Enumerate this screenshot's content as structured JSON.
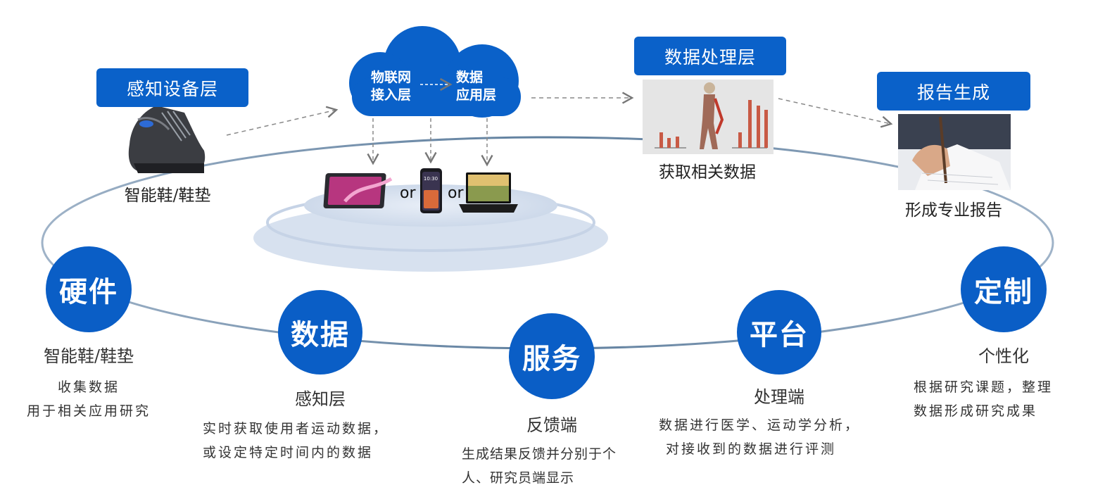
{
  "top": {
    "perception_layer_title": "感知设备层",
    "shoe_caption": "智能鞋/鞋垫",
    "cloud_left_line1": "物联网",
    "cloud_left_line2": "接入层",
    "cloud_right_line1": "数据",
    "cloud_right_line2": "应用层",
    "or_1": "or",
    "or_2": "or",
    "processing_title": "数据处理层",
    "processing_caption": "获取相关数据",
    "report_title": "报告生成",
    "report_caption": "形成专业报告"
  },
  "nodes": [
    {
      "circle": "硬件",
      "subtitle": "智能鞋/鞋垫",
      "desc_line1": "收集数据",
      "desc_line2": "用于相关应用研究"
    },
    {
      "circle": "数据",
      "subtitle": "感知层",
      "desc_line1": "实时获取使用者运动数据，",
      "desc_line2": "或设定特定时间内的数据"
    },
    {
      "circle": "服务",
      "subtitle": "反馈端",
      "desc_line1": "生成结果反馈并分别于个",
      "desc_line2": "人、研究员端显示"
    },
    {
      "circle": "平台",
      "subtitle": "处理端",
      "desc_line1": "数据进行医学、运动学分析，",
      "desc_line2": "对接收到的数据进行评测"
    },
    {
      "circle": "定制",
      "subtitle": "个性化",
      "desc_line1": "根据研究课题，整理",
      "desc_line2": "数据形成研究成果"
    }
  ],
  "colors": {
    "primary_blue": "#0a61c9",
    "ring": "#7e9bb8",
    "arrow": "#777777"
  }
}
